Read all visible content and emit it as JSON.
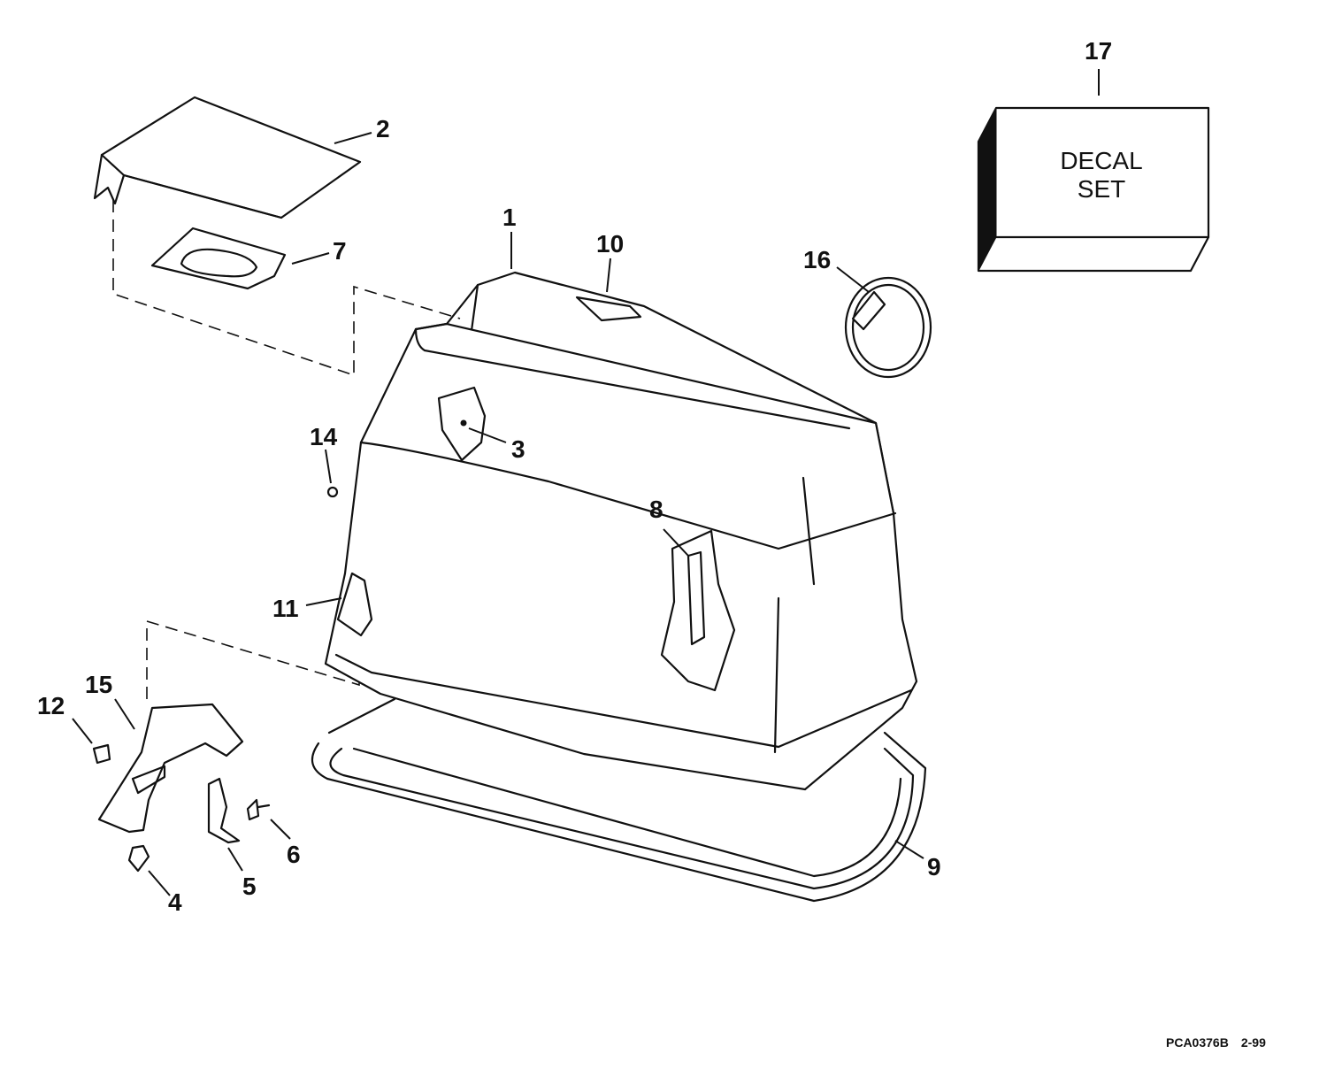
{
  "callouts": {
    "c1": "1",
    "c2": "2",
    "c3": "3",
    "c4": "4",
    "c5": "5",
    "c6": "6",
    "c7": "7",
    "c8": "8",
    "c9": "9",
    "c10": "10",
    "c11": "11",
    "c12": "12",
    "c14": "14",
    "c15": "15",
    "c16": "16",
    "c17": "17"
  },
  "decal": {
    "line1": "DECAL",
    "line2": "SET"
  },
  "footer": {
    "code": "PCA0376B",
    "date": "2-99"
  }
}
